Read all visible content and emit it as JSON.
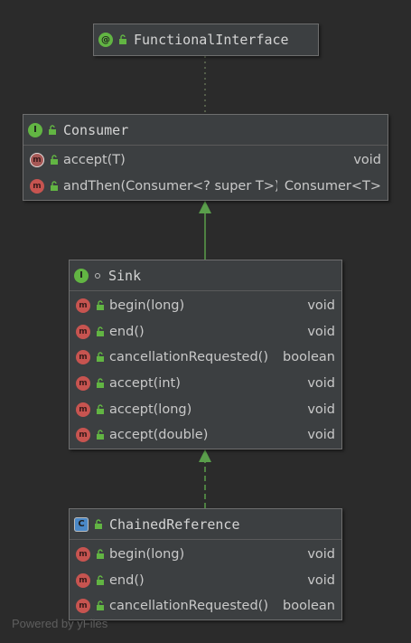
{
  "nodes": {
    "functional_interface": {
      "icon": "annotation-icon",
      "icon_glyph": "@",
      "title": "FunctionalInterface"
    },
    "consumer": {
      "icon": "interface-icon",
      "icon_glyph": "I",
      "title": "Consumer",
      "members": [
        {
          "icon": "abstract-method-icon",
          "glyph": "m",
          "name": "accept(T)",
          "type": "void"
        },
        {
          "icon": "method-icon",
          "glyph": "m",
          "name": "andThen(Consumer<? super T>)",
          "type": "Consumer<T>"
        }
      ]
    },
    "sink": {
      "icon": "interface-icon",
      "icon_glyph": "I",
      "title": "Sink",
      "members": [
        {
          "icon": "method-icon",
          "glyph": "m",
          "name": "begin(long)",
          "type": "void"
        },
        {
          "icon": "method-icon",
          "glyph": "m",
          "name": "end()",
          "type": "void"
        },
        {
          "icon": "method-icon",
          "glyph": "m",
          "name": "cancellationRequested()",
          "type": "boolean"
        },
        {
          "icon": "method-icon",
          "glyph": "m",
          "name": "accept(int)",
          "type": "void"
        },
        {
          "icon": "method-icon",
          "glyph": "m",
          "name": "accept(long)",
          "type": "void"
        },
        {
          "icon": "method-icon",
          "glyph": "m",
          "name": "accept(double)",
          "type": "void"
        }
      ]
    },
    "chained_reference": {
      "icon": "abstract-class-icon",
      "icon_glyph": "C",
      "title": "ChainedReference",
      "members": [
        {
          "icon": "method-icon",
          "glyph": "m",
          "name": "begin(long)",
          "type": "void"
        },
        {
          "icon": "method-icon",
          "glyph": "m",
          "name": "end()",
          "type": "void"
        },
        {
          "icon": "method-icon",
          "glyph": "m",
          "name": "cancellationRequested()",
          "type": "boolean"
        }
      ]
    }
  },
  "edges": [
    {
      "from": "consumer",
      "to": "functional_interface",
      "kind": "annotation",
      "style": "dotted"
    },
    {
      "from": "sink",
      "to": "consumer",
      "kind": "extends",
      "style": "solid"
    },
    {
      "from": "chained_reference",
      "to": "sink",
      "kind": "implements",
      "style": "dashed"
    }
  ],
  "colors": {
    "background": "#2b2b2b",
    "node_fill": "#3c3f41",
    "inheritance_green": "#5a9e4b",
    "annotation_link": "#6b7a5a",
    "method_red": "#c75450",
    "interface_green": "#62b543",
    "class_blue": "#4a88c7"
  },
  "watermark": "Powered by yFiles"
}
